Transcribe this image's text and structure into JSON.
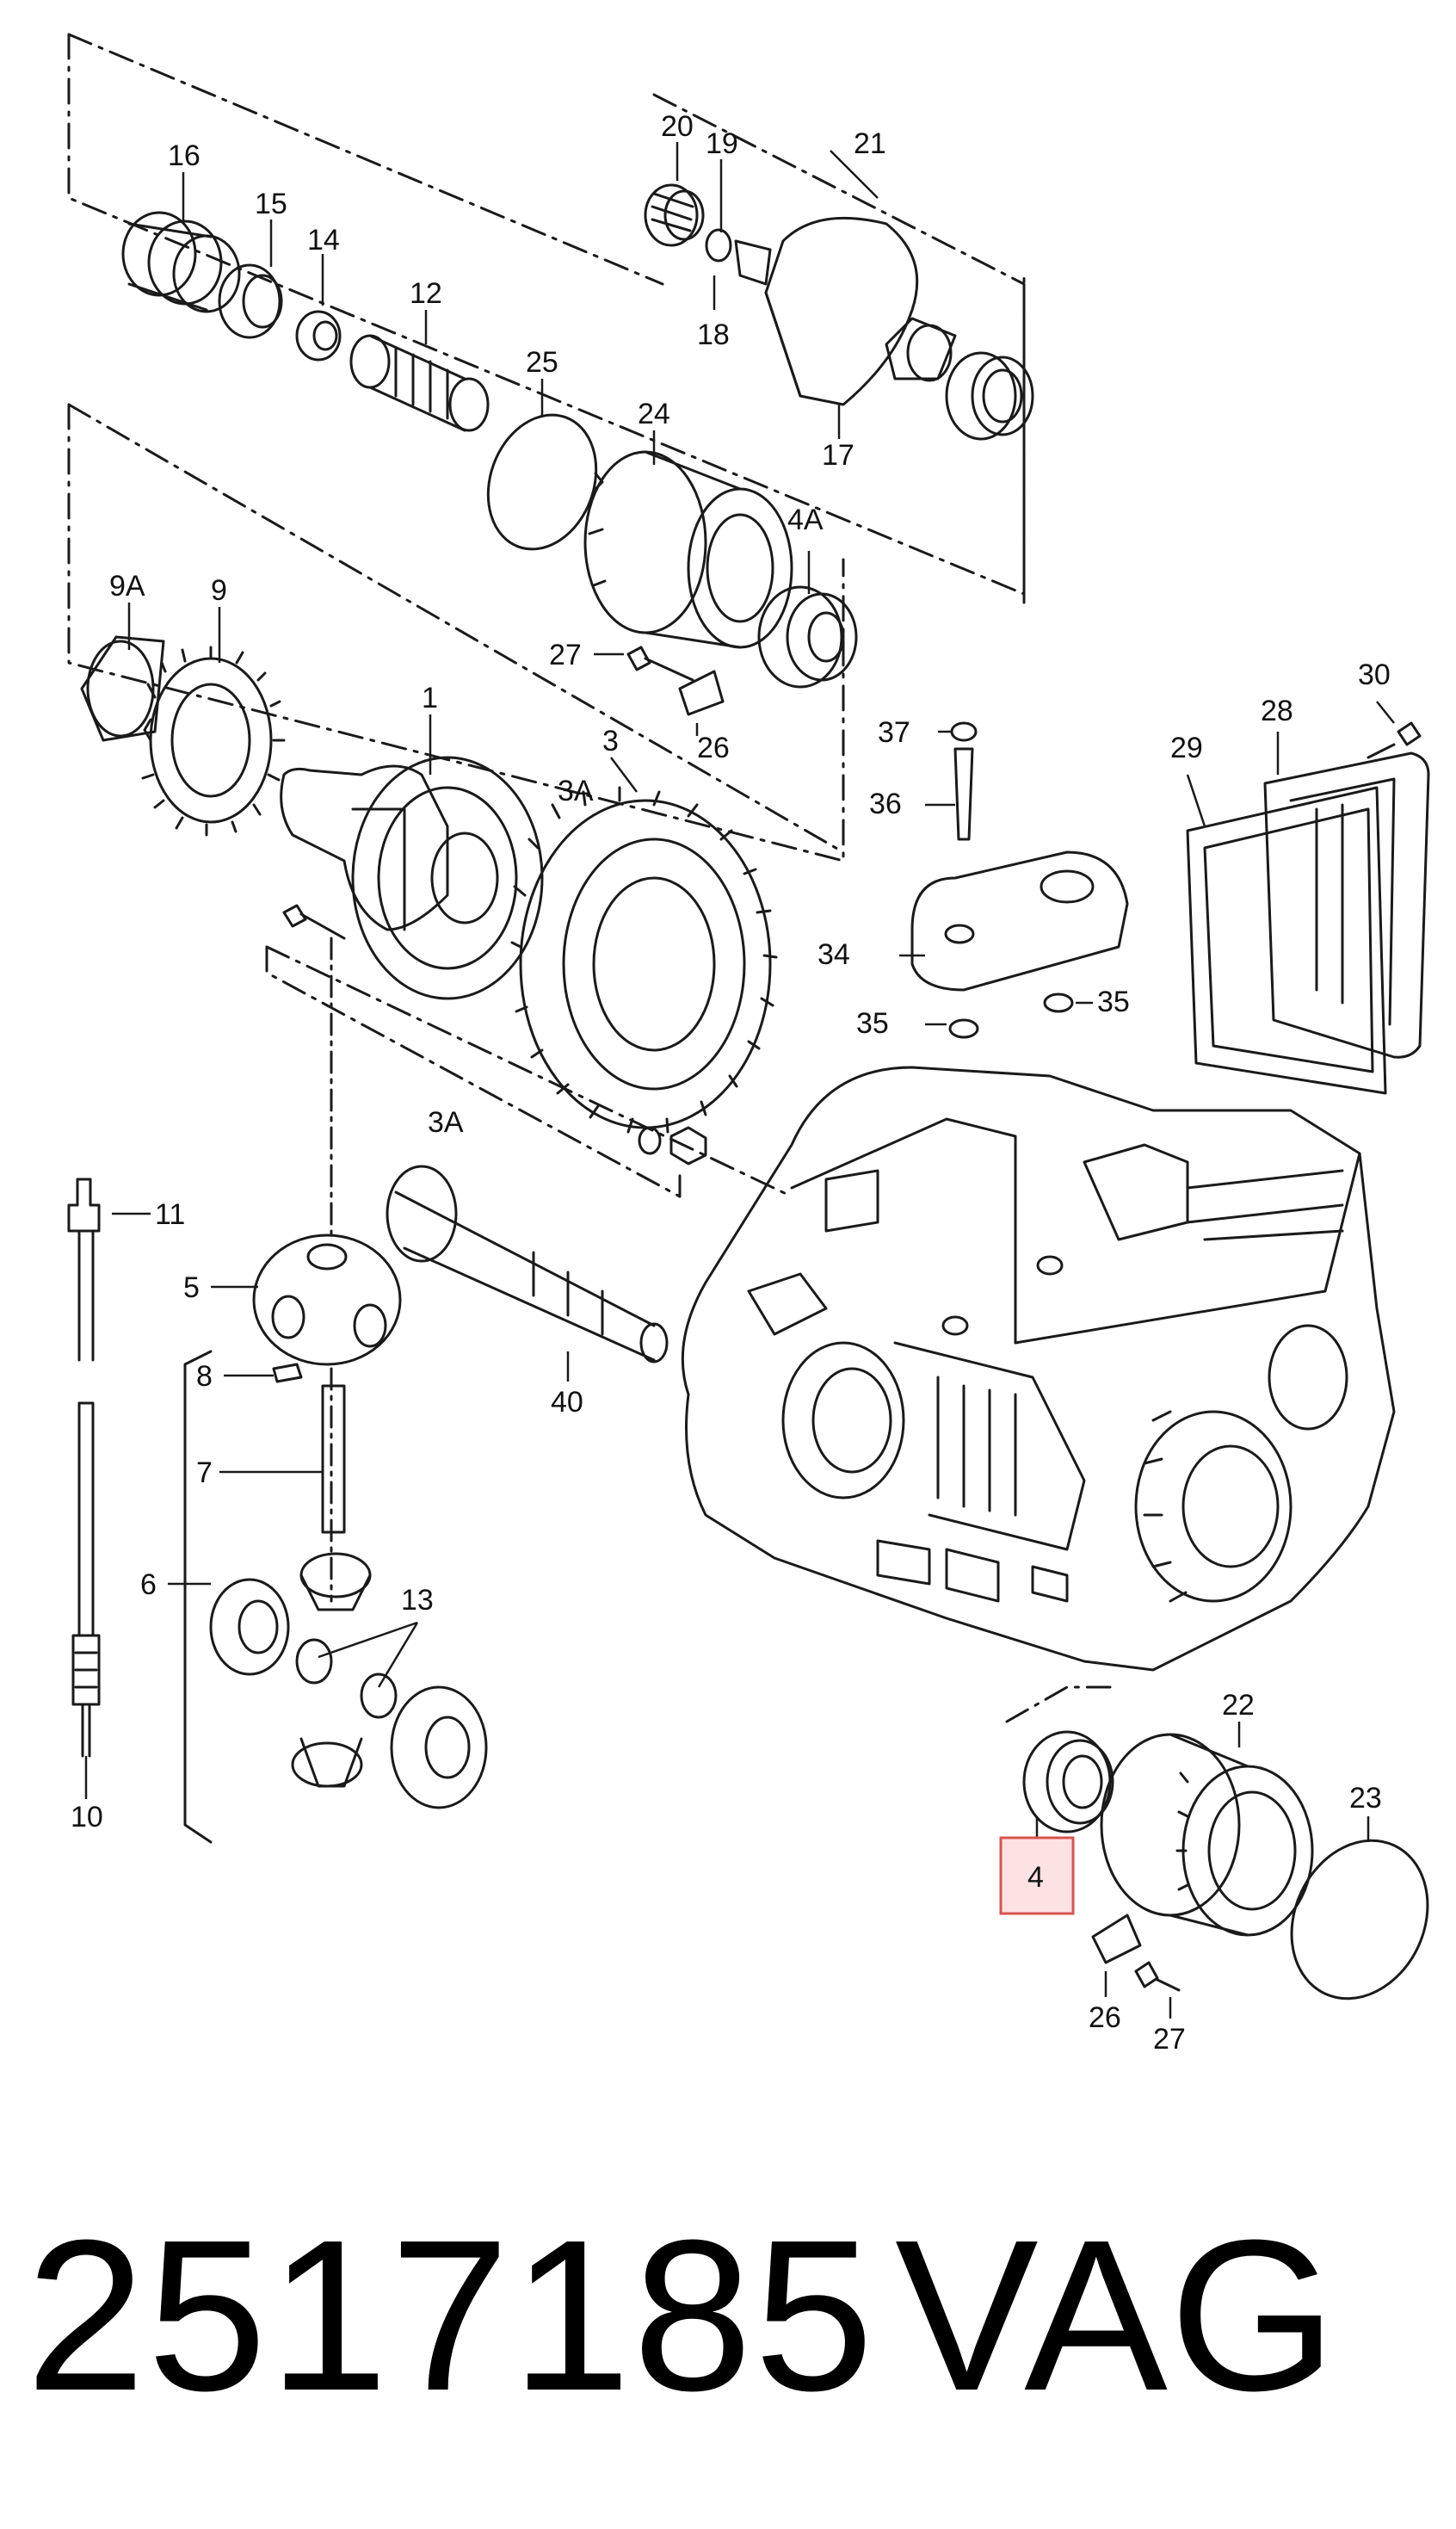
{
  "diagram": {
    "highlight_color": "#d9534f",
    "highlight_fill": "#fde2e4",
    "line_color": "#1a1a1a",
    "callouts": [
      {
        "id": "c16",
        "label": "16"
      },
      {
        "id": "c15",
        "label": "15"
      },
      {
        "id": "c14",
        "label": "14"
      },
      {
        "id": "c12",
        "label": "12"
      },
      {
        "id": "c25",
        "label": "25"
      },
      {
        "id": "c24",
        "label": "24"
      },
      {
        "id": "c20",
        "label": "20"
      },
      {
        "id": "c19",
        "label": "19"
      },
      {
        "id": "c21",
        "label": "21"
      },
      {
        "id": "c18",
        "label": "18"
      },
      {
        "id": "c17",
        "label": "17"
      },
      {
        "id": "c4a",
        "label": "4A"
      },
      {
        "id": "c27a",
        "label": "27"
      },
      {
        "id": "c26a",
        "label": "26"
      },
      {
        "id": "c9a",
        "label": "9A"
      },
      {
        "id": "c9",
        "label": "9"
      },
      {
        "id": "c1",
        "label": "1"
      },
      {
        "id": "c3",
        "label": "3"
      },
      {
        "id": "c3a1",
        "label": "3A"
      },
      {
        "id": "c3a2",
        "label": "3A"
      },
      {
        "id": "c37",
        "label": "37"
      },
      {
        "id": "c36",
        "label": "36"
      },
      {
        "id": "c34",
        "label": "34"
      },
      {
        "id": "c35a",
        "label": "35"
      },
      {
        "id": "c35b",
        "label": "35"
      },
      {
        "id": "c29",
        "label": "29"
      },
      {
        "id": "c28",
        "label": "28"
      },
      {
        "id": "c30",
        "label": "30"
      },
      {
        "id": "c11",
        "label": "11"
      },
      {
        "id": "c5",
        "label": "5"
      },
      {
        "id": "c8",
        "label": "8"
      },
      {
        "id": "c7",
        "label": "7"
      },
      {
        "id": "c6",
        "label": "6"
      },
      {
        "id": "c13",
        "label": "13"
      },
      {
        "id": "c10",
        "label": "10"
      },
      {
        "id": "c40",
        "label": "40"
      },
      {
        "id": "c22",
        "label": "22"
      },
      {
        "id": "c23",
        "label": "23"
      },
      {
        "id": "c4",
        "label": "4"
      },
      {
        "id": "c26b",
        "label": "26"
      },
      {
        "id": "c27b",
        "label": "27"
      }
    ]
  },
  "footer": {
    "part_number": "2517185",
    "brand": "VAG"
  }
}
